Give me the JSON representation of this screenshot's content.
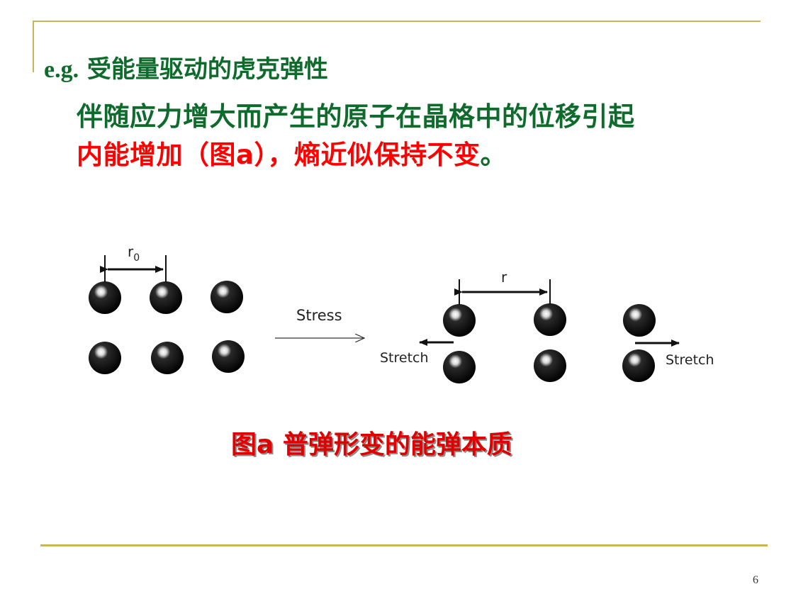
{
  "slide": {
    "heading": {
      "prefix": "e.g.",
      "title": " 受能量驱动的虎克弹性"
    },
    "body": {
      "line1": "伴随应力增大而产生的原子在晶格中的位移引起",
      "line2_red1": "内能增加（图a），",
      "line2_red2": "熵近似保持不变",
      "line2_end": "。"
    },
    "figure": {
      "r0_label_r": "r",
      "r0_label_sub": "0",
      "r_label": "r",
      "stress_label": "Stress",
      "stretch_left_label": "Stretch",
      "stretch_right_label": "Stretch"
    },
    "caption": "图a 普弹形变的能弹本质",
    "page_number": "6"
  },
  "colors": {
    "frame": "#c9b457",
    "heading_green": "#0e6b2c",
    "highlight_red": "#ff0000",
    "caption_red": "#e00000"
  }
}
